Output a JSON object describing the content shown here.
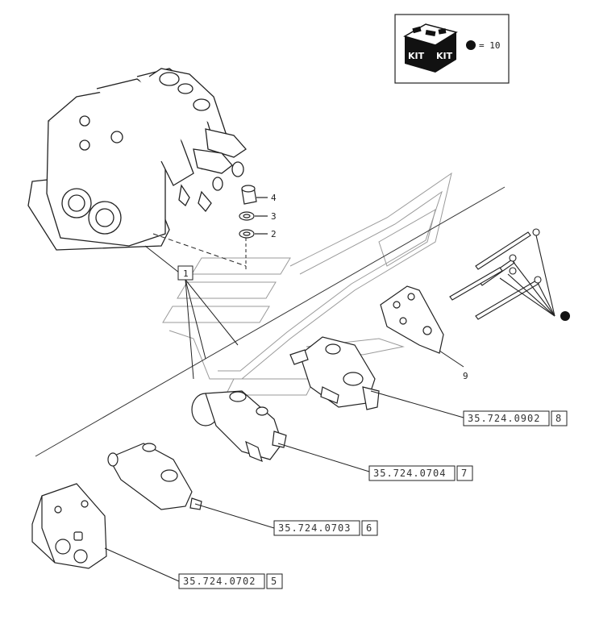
{
  "kit": {
    "box_label_left": "KIT",
    "box_label_right": "KIT",
    "legend_text": "= 10"
  },
  "callouts": {
    "item_4": "4",
    "item_3": "3",
    "item_2": "2",
    "item_1": "1",
    "item_9": "9"
  },
  "references": [
    {
      "code": "35.724.0902",
      "item": "8"
    },
    {
      "code": "35.724.0704",
      "item": "7"
    },
    {
      "code": "35.724.0703",
      "item": "6"
    },
    {
      "code": "35.724.0702",
      "item": "5"
    }
  ],
  "colors": {
    "line": "#222222",
    "watermark": "#9a9a9a"
  }
}
